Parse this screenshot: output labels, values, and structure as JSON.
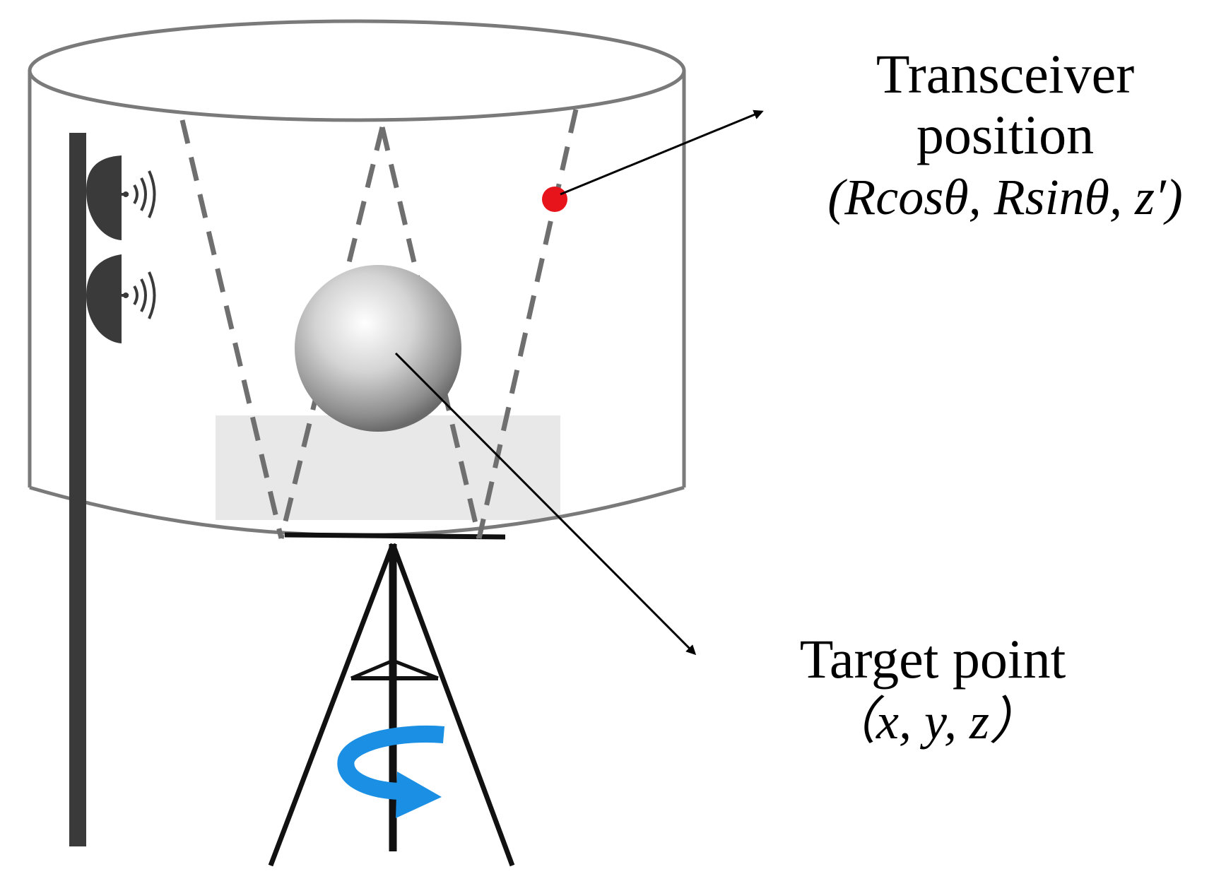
{
  "labels": {
    "transceiver": {
      "line1": "Transceiver",
      "line2": "position",
      "coords": "(Rcosθ, Rsinθ, z′)"
    },
    "target": {
      "line1": "Target point",
      "coords": "（x, y, z）"
    }
  },
  "colors": {
    "outline": "#7a7a7a",
    "pole": "#3a3a3a",
    "dash": "#6f6f6f",
    "transceiver_dot": "#e8141b",
    "rotation_arrow": "#1a8fe3",
    "platform": "#e8e8e8"
  },
  "icons": [
    "antenna-icon",
    "signal-waves-icon",
    "rotation-arrow-icon"
  ]
}
